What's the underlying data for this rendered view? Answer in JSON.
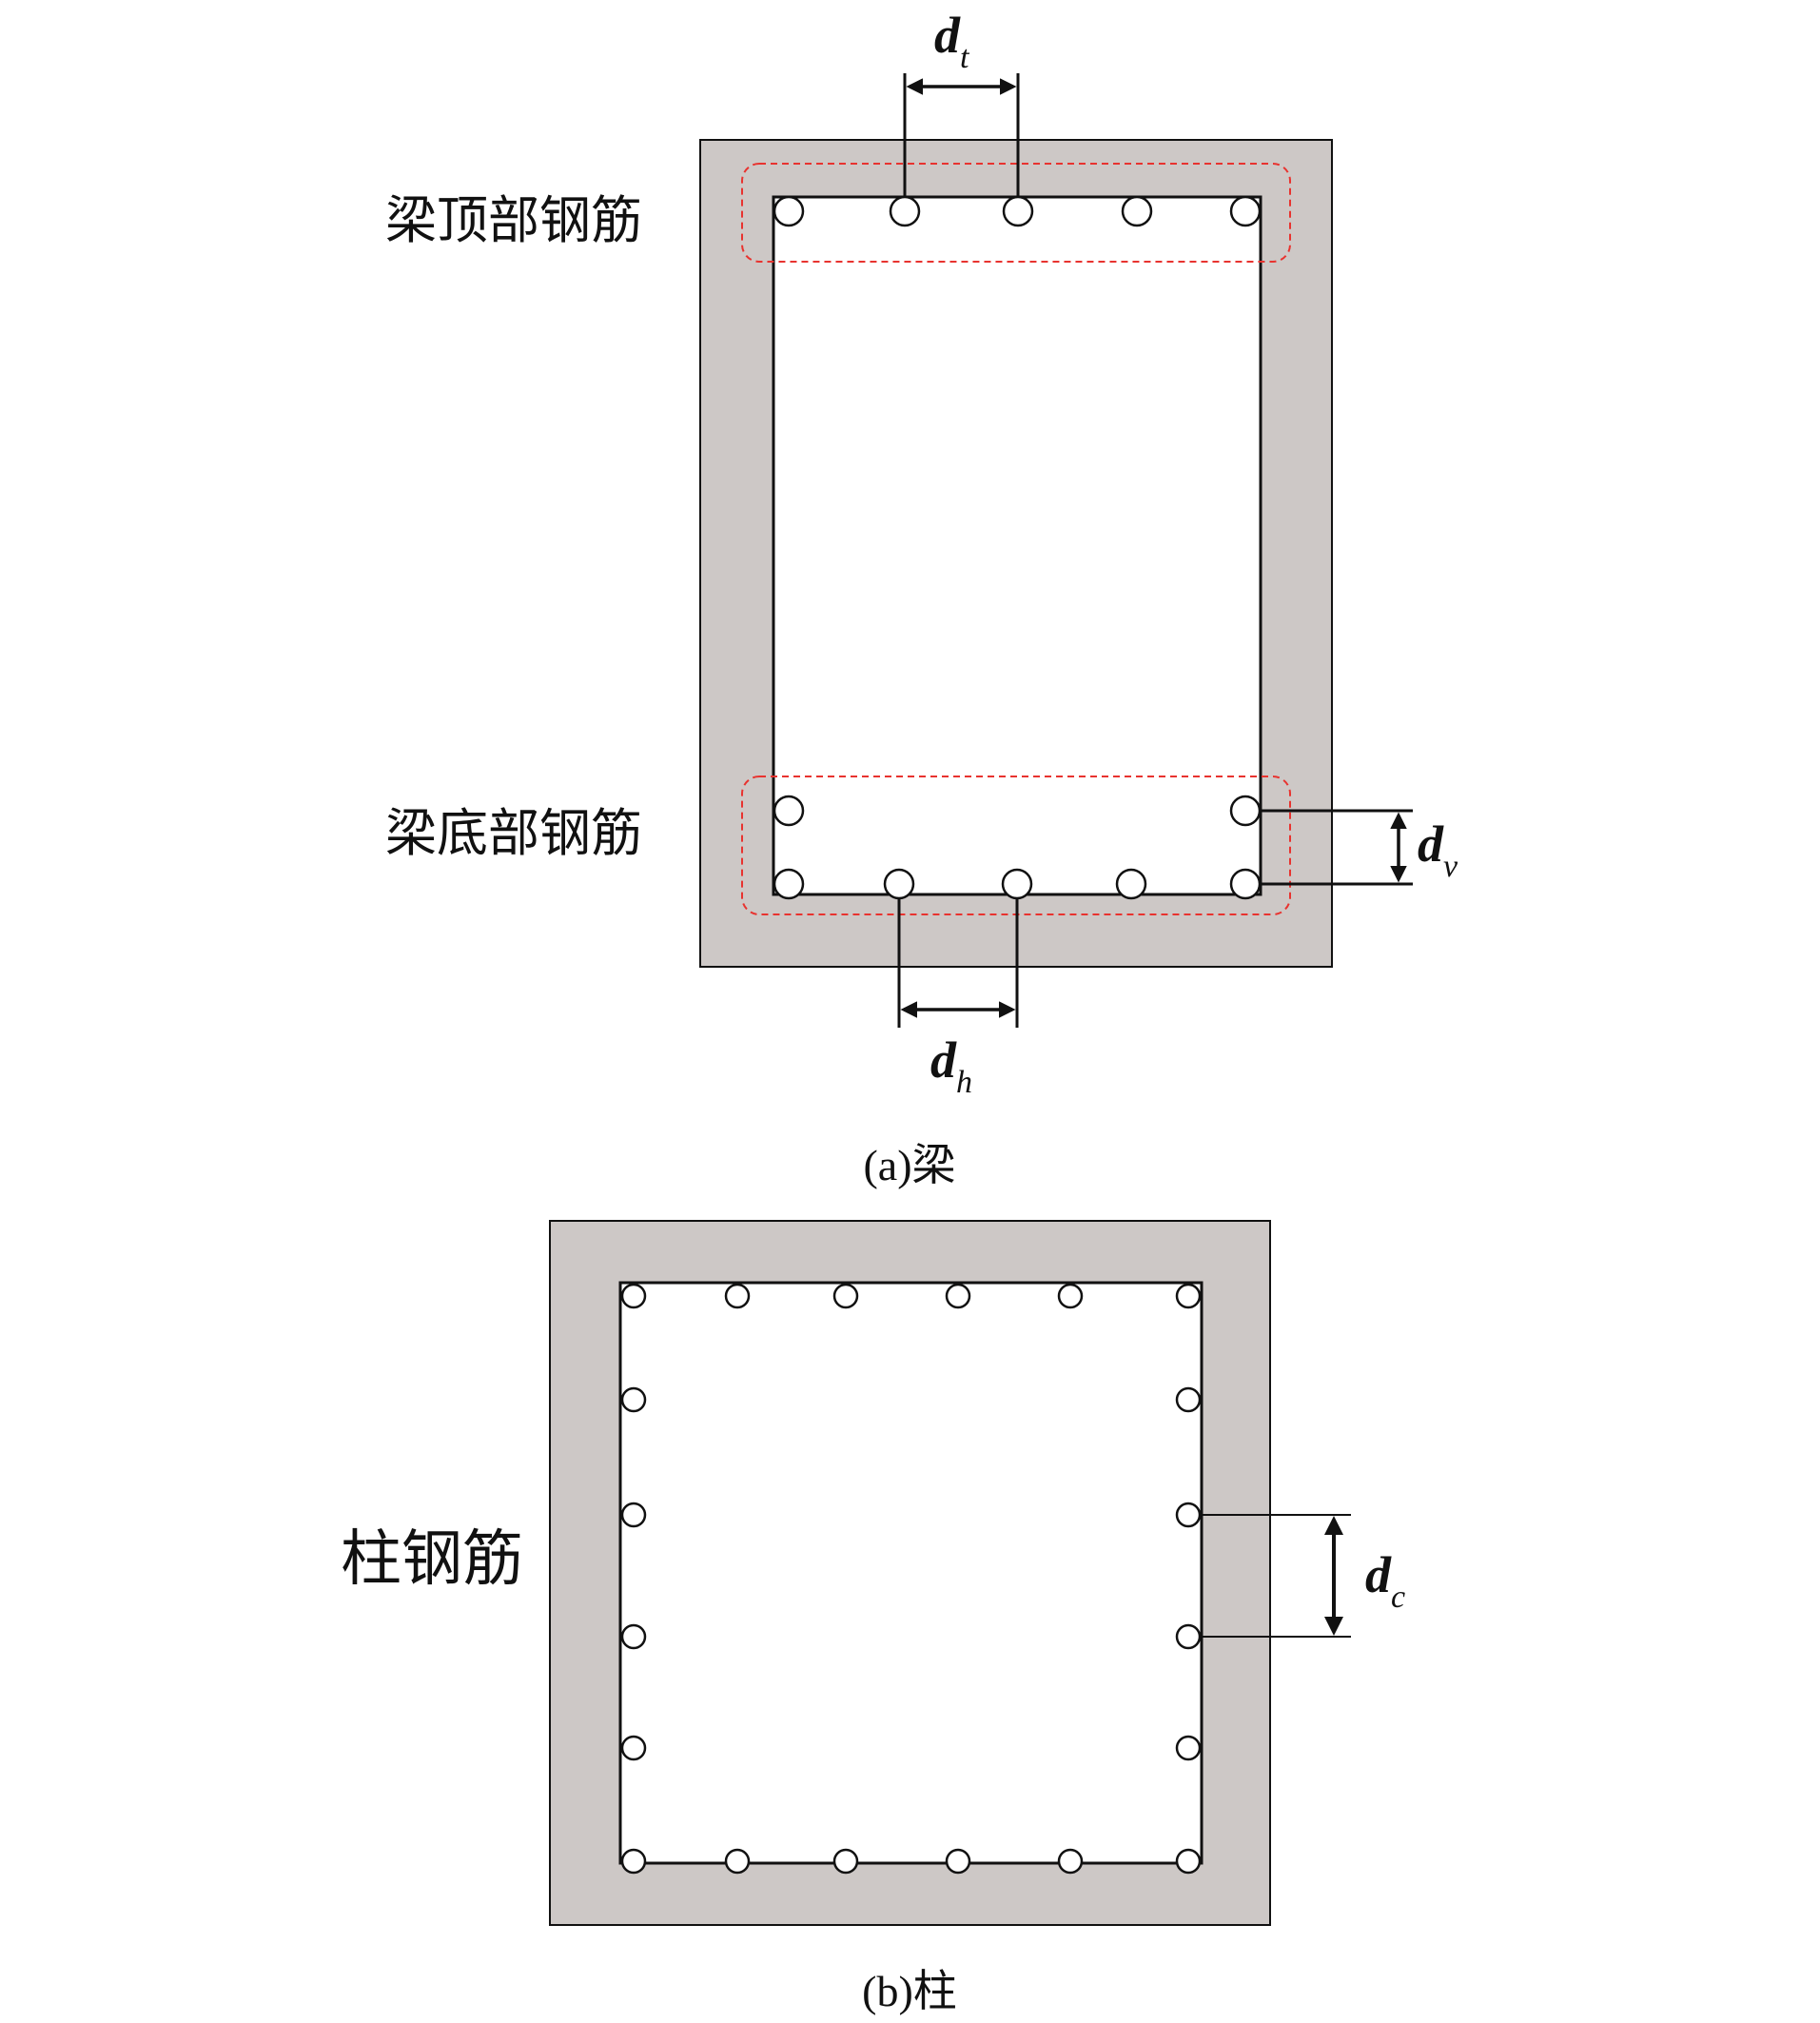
{
  "colors": {
    "concrete": "#cdc8c6",
    "core": "#ffffff",
    "line": "#111111",
    "highlight": "#e8332f"
  },
  "beam": {
    "caption": "(a)梁",
    "top_rebar_label": "梁顶部钢筋",
    "bottom_rebar_label": "梁底部钢筋",
    "dim_top": {
      "symbol": "d",
      "sub": "t"
    },
    "dim_bottom": {
      "symbol": "d",
      "sub": "h"
    },
    "dim_vertical": {
      "symbol": "d",
      "sub": "v"
    },
    "top_bar_count": 5,
    "bottom_bar_count": 5,
    "side_bar_count": 2
  },
  "column": {
    "caption": "(b)柱",
    "rebar_label": "柱钢筋",
    "dim_vertical": {
      "symbol": "d",
      "sub": "c"
    },
    "bars_per_side": 6
  }
}
